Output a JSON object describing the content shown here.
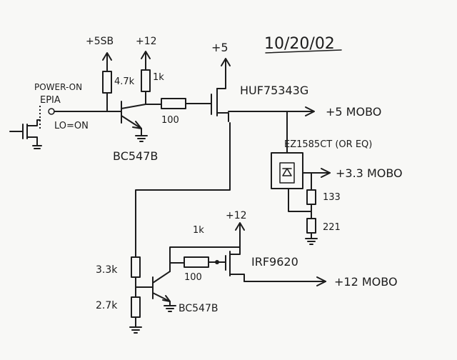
{
  "date": "10/20/02",
  "labels": {
    "p5sb": "+5SB",
    "p12_top": "+12",
    "p5": "+5",
    "r_4k7": "4.7k",
    "r_1k_top": "1k",
    "r_100_top": "100",
    "power_on": "POWER-ON",
    "epia": "EPIA",
    "lo_on": "LO=ON",
    "q1": "BC547B",
    "mosfet_main": "HUF75343G",
    "out_5": "+5 MOBO",
    "regulator": "EZ1585CT (OR EQ)",
    "out_33": "+3.3 MOBO",
    "r_133": "133",
    "r_221": "221",
    "p12_bottom": "+12",
    "r_1k_bottom": "1k",
    "r_100_bottom": "100",
    "mosfet_p": "IRF9620",
    "out_12": "+12 MOBO",
    "r_3k3": "3.3k",
    "r_2k7": "2.7k",
    "q2": "BC547B"
  }
}
